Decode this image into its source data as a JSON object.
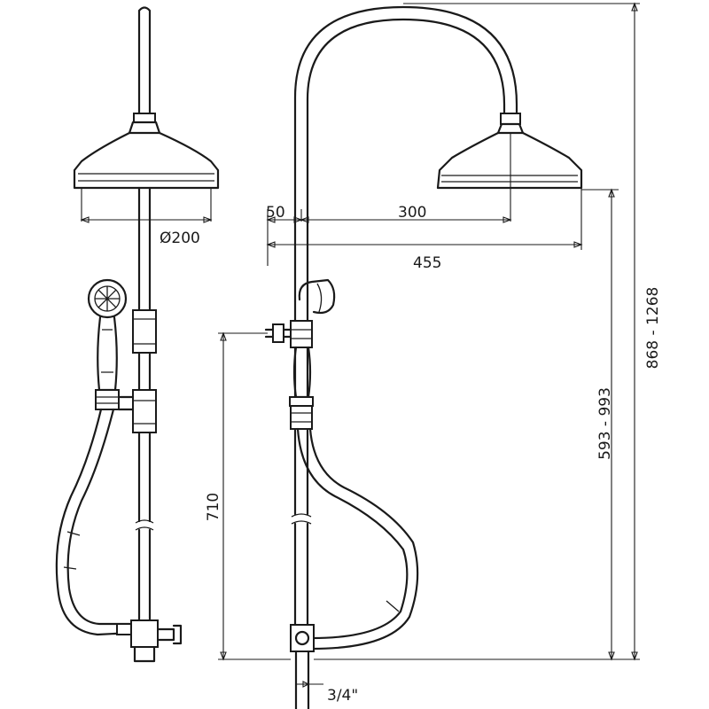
{
  "dimensions": {
    "head_diameter": "Ø200",
    "offset_small": "50",
    "arm_reach": "300",
    "total_reach": "455",
    "outlet_height": "710",
    "head_height_range": "593 - 993",
    "overall_height_range": "868 - 1268",
    "inlet_thread": "3/4\""
  }
}
